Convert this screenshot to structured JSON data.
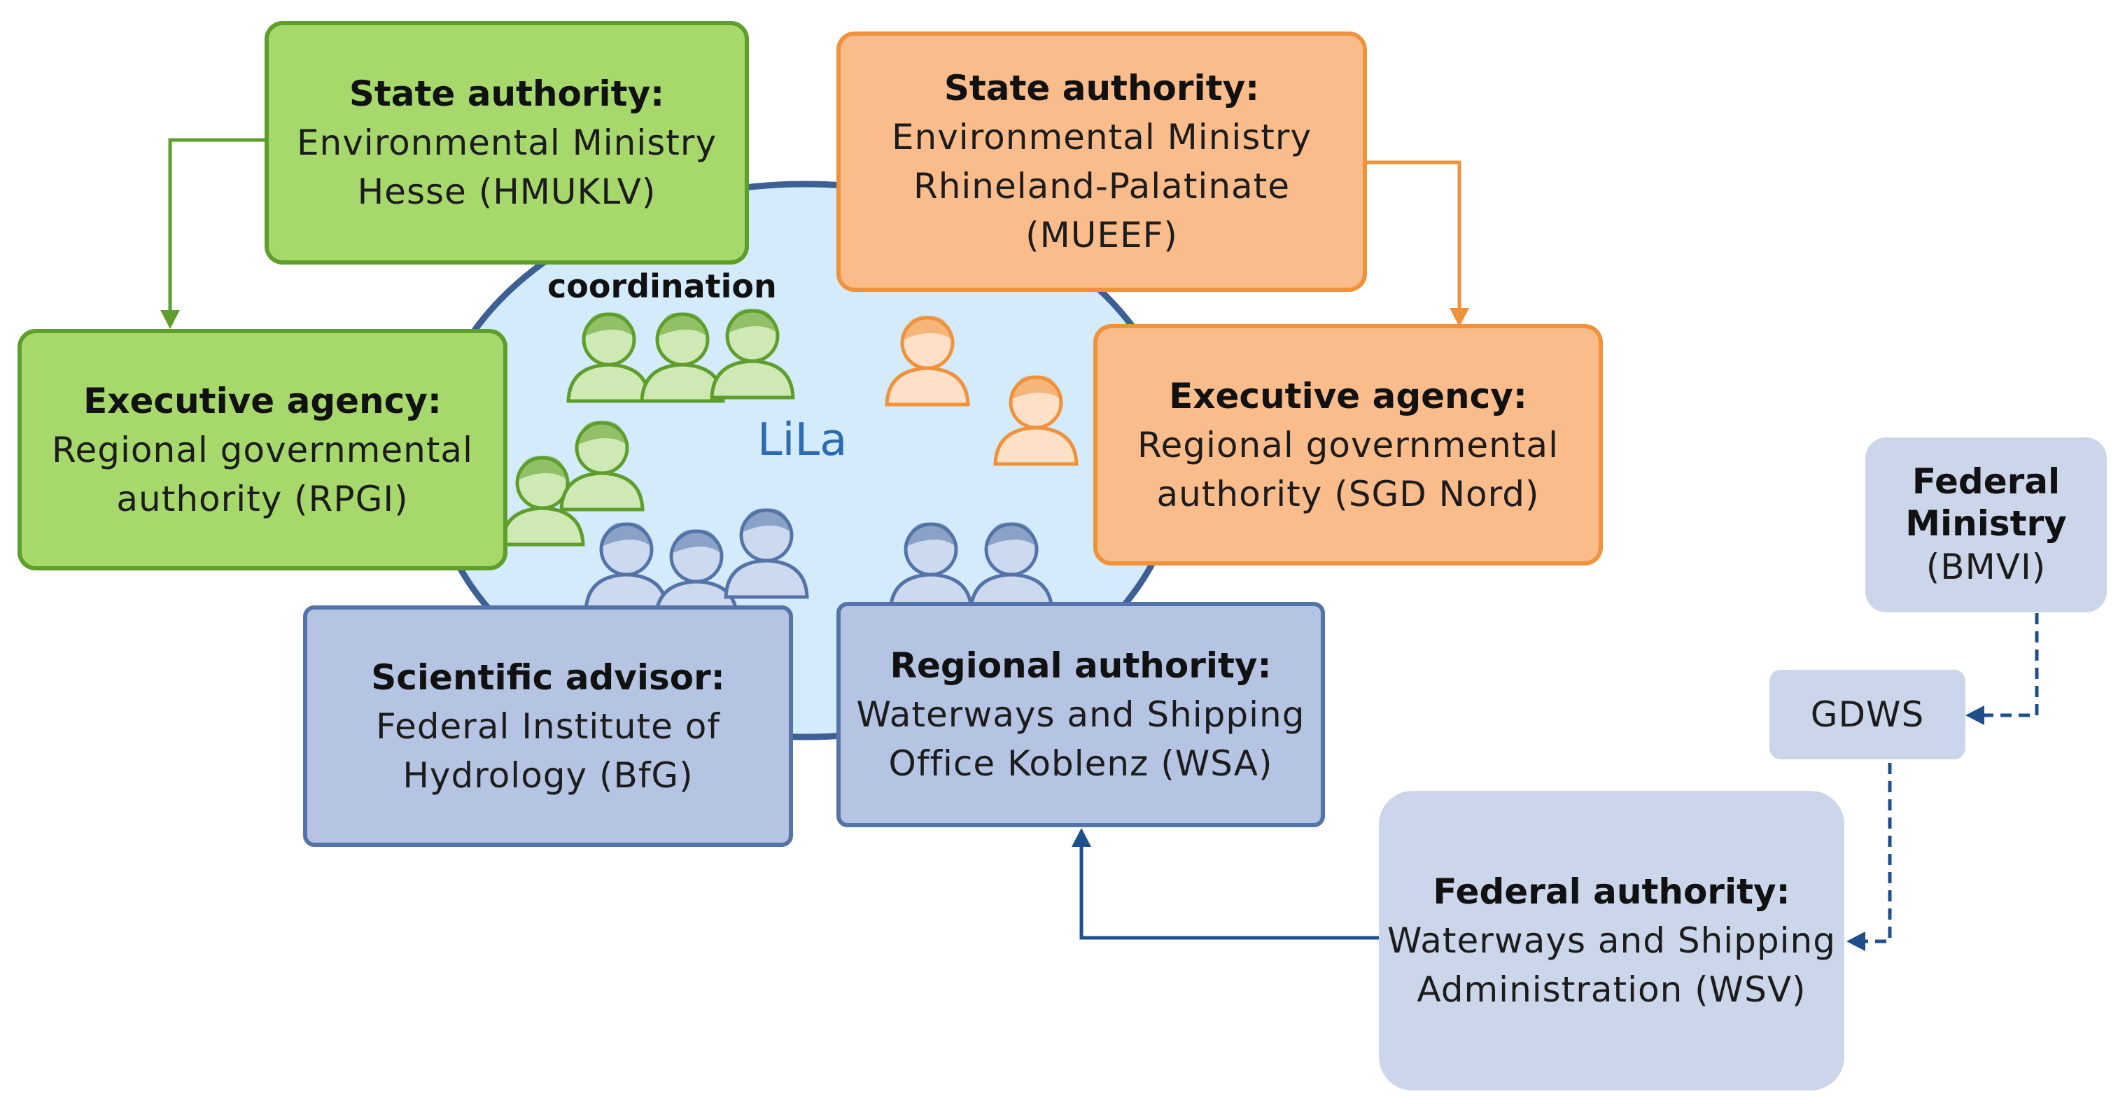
{
  "center": {
    "label": "LiLa",
    "coordination": "coordination"
  },
  "boxes": {
    "state_hesse": {
      "title": "State authority:",
      "lines": [
        "Environmental Ministry",
        "Hesse (HMUKLV)"
      ]
    },
    "state_rlp": {
      "title": "State authority:",
      "lines": [
        "Environmental Ministry",
        "Rhineland-Palatinate",
        "(MUEEF)"
      ]
    },
    "exec_rpgi": {
      "title": "Executive agency:",
      "lines": [
        "Regional governmental",
        "authority (RPGI)"
      ]
    },
    "exec_sgd": {
      "title": "Executive agency:",
      "lines": [
        "Regional governmental",
        "authority (SGD Nord)"
      ]
    },
    "scientific": {
      "title": "Scientific advisor:",
      "lines": [
        "Federal Institute of",
        "Hydrology (BfG)"
      ]
    },
    "regional": {
      "title": "Regional authority:",
      "lines": [
        "Waterways and Shipping",
        "Office Koblenz (WSA)"
      ]
    },
    "federal_ministry": {
      "title_lines": [
        "Federal",
        "Ministry"
      ],
      "lines": [
        "(BMVI)"
      ]
    },
    "gdws": {
      "lines": [
        "GDWS"
      ]
    },
    "federal_authority": {
      "title": "Federal authority:",
      "lines": [
        "Waterways and Shipping",
        "Administration (WSV)"
      ]
    }
  },
  "colors": {
    "green_fill": "#a6d86b",
    "green_border": "#5e9e2c",
    "orange_fill": "#fbbc8c",
    "orange_border": "#f0913b",
    "blue_fill": "#b5c4e2",
    "blue_border": "#5473a8",
    "federal_fill": "#ccd6ea",
    "ellipse_fill": "#d3ebfb",
    "ellipse_border": "#3d5f96",
    "lila_text": "#2e6ab0",
    "arrow_blue": "#1f4f8a"
  },
  "people_groups": [
    {
      "color": "green",
      "count": 3
    },
    {
      "color": "green",
      "count": 2
    },
    {
      "color": "orange",
      "count": 2
    },
    {
      "color": "blue",
      "count": 3
    },
    {
      "color": "blue",
      "count": 2
    }
  ]
}
